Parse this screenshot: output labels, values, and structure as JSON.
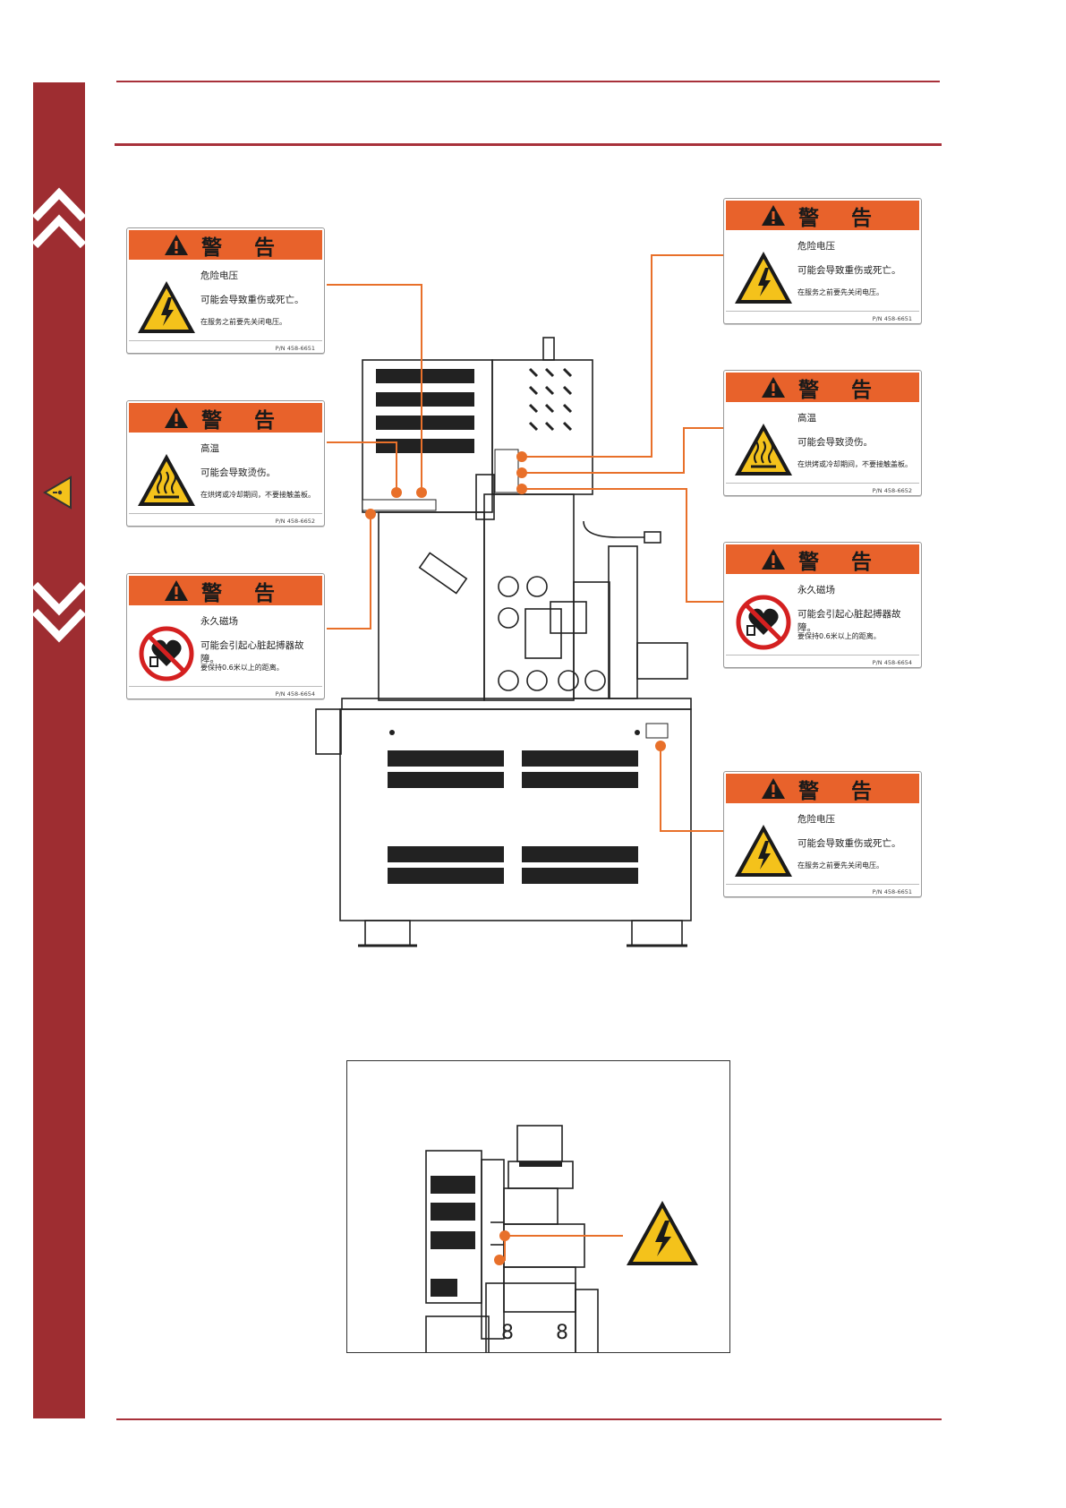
{
  "colors": {
    "band": "#9e2d31",
    "rule": "#a8313a",
    "label_header": "#e8622b",
    "leader": "#e8702a",
    "hazard_yellow": "#f4c21b"
  },
  "sidebar": {
    "icons": [
      "chevron-up-icon",
      "warning-triangle-icon",
      "chevron-down-icon"
    ]
  },
  "labels": [
    {
      "id": "tl1",
      "title": "警 告",
      "icon": "electric-hazard-icon",
      "line1": "危险电压",
      "line2": "可能会导致重伤或死亡。",
      "line3": "在服务之前要先关闭电压。",
      "pn": "P/N  458-6651"
    },
    {
      "id": "tl2",
      "title": "警 告",
      "icon": "hot-surface-icon",
      "line1": "高温",
      "line2": "可能会导致烫伤。",
      "line3": "在烘烤或冷却期间，不要接触盖板。",
      "pn": "P/N  458-6652"
    },
    {
      "id": "tl3",
      "title": "警 告",
      "icon": "pacemaker-prohibited-icon",
      "line1": "永久磁场",
      "line2": "可能会引起心脏起搏器故障。",
      "line3": "要保持0.6米以上的距离。",
      "pn": "P/N  458-6654"
    },
    {
      "id": "tr1",
      "title": "警 告",
      "icon": "electric-hazard-icon",
      "line1": "危险电压",
      "line2": "可能会导致重伤或死亡。",
      "line3": "在服务之前要先关闭电压。",
      "pn": "P/N  458-6651"
    },
    {
      "id": "tr2",
      "title": "警 告",
      "icon": "hot-surface-icon",
      "line1": "高温",
      "line2": "可能会导致烫伤。",
      "line3": "在烘烤或冷却期间，不要接触盖板。",
      "pn": "P/N  458-6652"
    },
    {
      "id": "tr3",
      "title": "警 告",
      "icon": "pacemaker-prohibited-icon",
      "line1": "永久磁场",
      "line2": "可能会引起心脏起搏器故障。",
      "line3": "要保持0.6米以上的距离。",
      "pn": "P/N  458-6654"
    },
    {
      "id": "br1",
      "title": "警 告",
      "icon": "electric-hazard-icon",
      "line1": "危险电压",
      "line2": "可能会导致重伤或死亡。",
      "line3": "在服务之前要先关闭电压。",
      "pn": "P/N  458-6651"
    }
  ],
  "detail_figure": {
    "icon": "electric-hazard-icon",
    "digits": [
      "8",
      "8"
    ]
  }
}
